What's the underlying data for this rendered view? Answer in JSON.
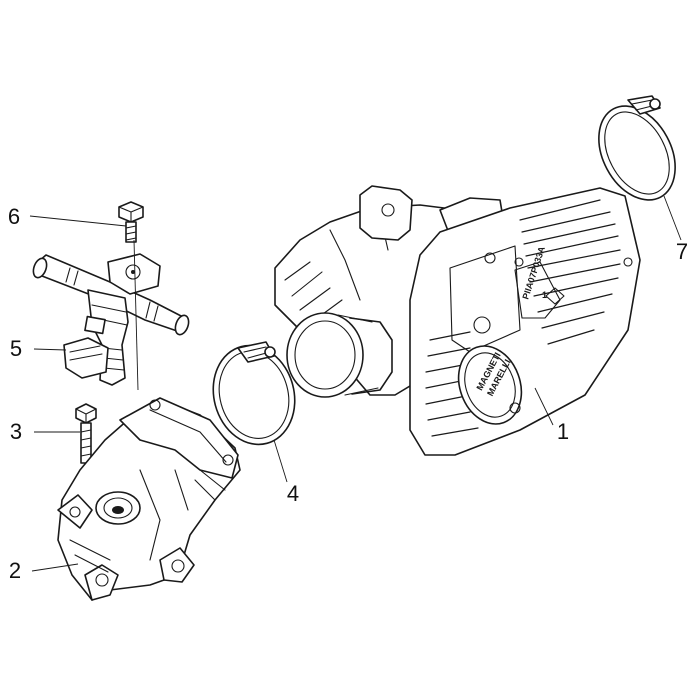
{
  "diagram": {
    "callouts": [
      {
        "id": "1",
        "label": "1"
      },
      {
        "id": "2",
        "label": "2"
      },
      {
        "id": "3",
        "label": "3"
      },
      {
        "id": "4",
        "label": "4"
      },
      {
        "id": "5",
        "label": "5"
      },
      {
        "id": "6",
        "label": "6"
      },
      {
        "id": "7",
        "label": "7"
      }
    ],
    "nameplate": {
      "code": "PIIA07P033A",
      "marker": "1",
      "brand_line1": "MAGNETI",
      "brand_line2": "MARELLI"
    }
  }
}
